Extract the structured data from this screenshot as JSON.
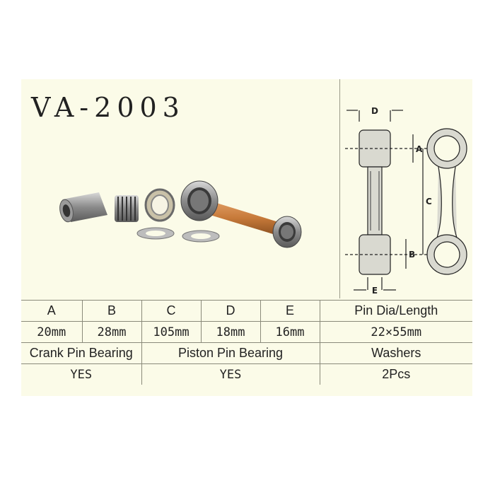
{
  "model": "VA-2003",
  "diagram": {
    "labels": {
      "a": "A",
      "b": "B",
      "c": "C",
      "d": "D",
      "e": "E"
    }
  },
  "spec": {
    "headers": [
      "A",
      "B",
      "C",
      "D",
      "E",
      "Pin Dia/Length"
    ],
    "values": [
      "20mm",
      "28mm",
      "105mm",
      "18mm",
      "16mm",
      "22×55mm"
    ],
    "features": {
      "crank_label": "Crank Pin Bearing",
      "piston_label": "Piston Pin Bearing",
      "washers_label": "Washers",
      "crank_value": "YES",
      "piston_value": "YES",
      "washers_value": "2Pcs"
    }
  },
  "colors": {
    "rod": "#c77a3a",
    "steel": "#8c8c8c",
    "background": "#fbfbe8"
  }
}
